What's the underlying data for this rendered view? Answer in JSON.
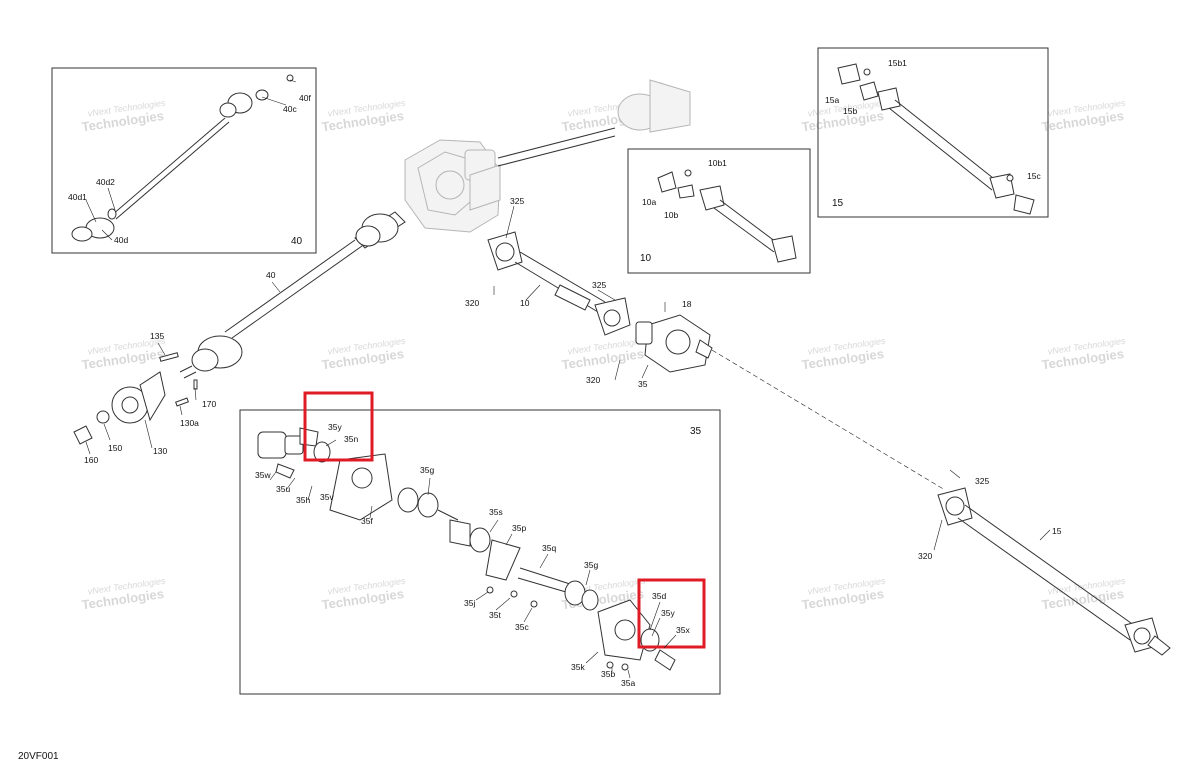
{
  "figure_code": "20VF001",
  "watermark": {
    "line1": "vNext Technologies",
    "line2": "Technologies"
  },
  "colors": {
    "highlight": "#e01b24",
    "line": "#333333",
    "ghost": "#b5b5b5"
  },
  "inset_boxes": {
    "box_40": {
      "number": "40",
      "labels": [
        "40f",
        "40c",
        "40d2",
        "40d1",
        "40d"
      ]
    },
    "box_10": {
      "number": "10",
      "labels": [
        "10b1",
        "10a",
        "10b"
      ]
    },
    "box_15": {
      "number": "15",
      "labels": [
        "15b1",
        "15a",
        "15b",
        "15c"
      ]
    },
    "box_35": {
      "number": "35",
      "labels": [
        "35y",
        "35n",
        "35w",
        "35u",
        "35h",
        "35v",
        "35f",
        "35g",
        "35s",
        "35p",
        "35q",
        "35g",
        "35d",
        "35y",
        "35x",
        "35j",
        "35t",
        "35c",
        "35k",
        "35b",
        "35a"
      ]
    }
  },
  "main_labels": [
    "325",
    "40",
    "325",
    "18",
    "320",
    "10",
    "320",
    "35",
    "135",
    "170",
    "130a",
    "150",
    "160",
    "130",
    "325",
    "15",
    "320"
  ]
}
